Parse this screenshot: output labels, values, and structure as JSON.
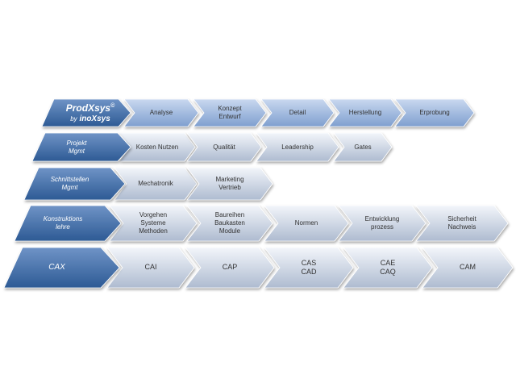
{
  "brand": {
    "name": "ProdXsys",
    "mark": "©",
    "by": "by",
    "name2": "inoXsys"
  },
  "colors": {
    "header_top": "#6f93c6",
    "header_bottom": "#2d5a94",
    "row1_top": "#c9d8ef",
    "row1_bottom": "#7f9fcf",
    "step_top": "#f2f5fa",
    "step_bottom": "#aebbd0"
  },
  "rows": [
    {
      "header": [],
      "steps": [
        [
          "Analyse"
        ],
        [
          "Konzept",
          "Entwurf"
        ],
        [
          "Detail"
        ],
        [
          "Herstellung"
        ],
        [
          "Erprobung"
        ]
      ]
    },
    {
      "header": [
        "Projekt",
        "Mgmt"
      ],
      "steps": [
        [
          "Kosten Nutzen"
        ],
        [
          "Qualität"
        ],
        [
          "Leadership"
        ],
        [
          "Gates"
        ]
      ]
    },
    {
      "header": [
        "Schnittstellen",
        "Mgmt"
      ],
      "steps": [
        [
          "Mechatronik"
        ],
        [
          "Marketing",
          "Vertrieb"
        ]
      ]
    },
    {
      "header": [
        "Konstruktions",
        "lehre"
      ],
      "steps": [
        [
          "Vorgehen",
          "Systeme",
          "Methoden"
        ],
        [
          "Baureihen",
          "Baukasten",
          "Module"
        ],
        [
          "Normen"
        ],
        [
          "Entwicklung",
          "prozess"
        ],
        [
          "Sicherheit",
          "Nachweis"
        ]
      ]
    },
    {
      "header": [
        "CAX"
      ],
      "steps": [
        [
          "CAI"
        ],
        [
          "CAP"
        ],
        [
          "CAS",
          "CAD"
        ],
        [
          "CAE",
          "CAQ"
        ],
        [
          "CAM"
        ]
      ]
    }
  ]
}
